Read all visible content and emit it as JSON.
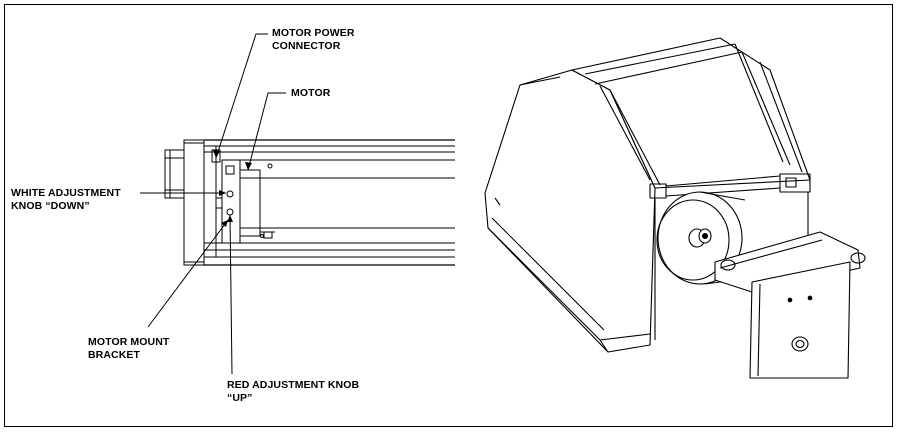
{
  "labels": {
    "motor_power_connector": [
      "MOTOR POWER",
      "CONNECTOR"
    ],
    "motor": "MOTOR",
    "white_knob": [
      "WHITE ADJUSTMENT",
      "KNOB “DOWN”"
    ],
    "motor_mount_bracket": [
      "MOTOR MOUNT",
      "BRACKET"
    ],
    "red_knob": [
      "RED ADJUSTMENT KNOB",
      "“UP”"
    ]
  },
  "colors": {
    "line": "#000000",
    "background": "#ffffff"
  }
}
